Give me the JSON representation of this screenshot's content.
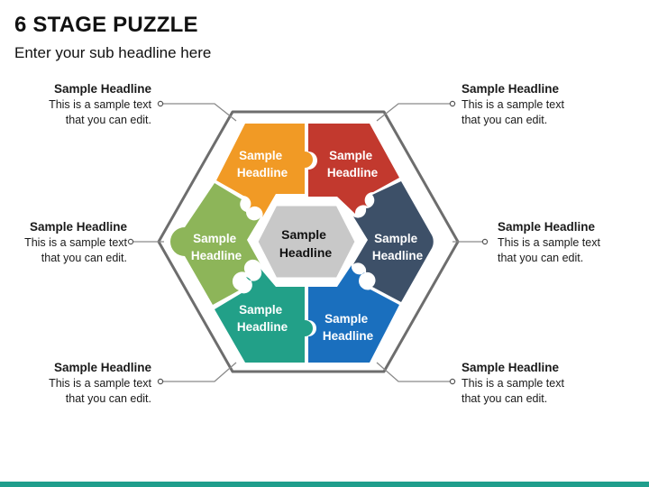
{
  "header": {
    "title": "6 STAGE PUZZLE",
    "subtitle": "Enter your sub headline here"
  },
  "center": {
    "line1": "Sample",
    "line2": "Headline",
    "color": "#c8c8c8"
  },
  "pieces": [
    {
      "id": "top-left",
      "line1": "Sample",
      "line2": "Headline",
      "color": "#f19a25"
    },
    {
      "id": "top-right",
      "line1": "Sample",
      "line2": "Headline",
      "color": "#c2392e"
    },
    {
      "id": "right",
      "line1": "Sample",
      "line2": "Headline",
      "color": "#3d5068"
    },
    {
      "id": "bottom-right",
      "line1": "Sample",
      "line2": "Headline",
      "color": "#1a6fbe"
    },
    {
      "id": "bottom-left",
      "line1": "Sample",
      "line2": "Headline",
      "color": "#22a088"
    },
    {
      "id": "left",
      "line1": "Sample",
      "line2": "Headline",
      "color": "#8db559"
    }
  ],
  "callouts": {
    "top_left": {
      "headline": "Sample Headline",
      "line1": "This is a sample text",
      "line2": "that you can edit."
    },
    "mid_left": {
      "headline": "Sample Headline",
      "line1": "This is a sample text",
      "line2": "that you can edit."
    },
    "bottom_left": {
      "headline": "Sample Headline",
      "line1": "This is a sample text",
      "line2": "that you can edit."
    },
    "top_right": {
      "headline": "Sample Headline",
      "line1": "This is a sample text",
      "line2": "that you can edit."
    },
    "mid_right": {
      "headline": "Sample Headline",
      "line1": "This is a sample text",
      "line2": "that you can edit."
    },
    "bottom_right": {
      "headline": "Sample Headline",
      "line1": "This is a sample text",
      "line2": "that you can edit."
    }
  },
  "colors": {
    "frame": "#6d6d6d",
    "connector": "#8a8a8a",
    "accent_bar": "#1f9e8c"
  }
}
